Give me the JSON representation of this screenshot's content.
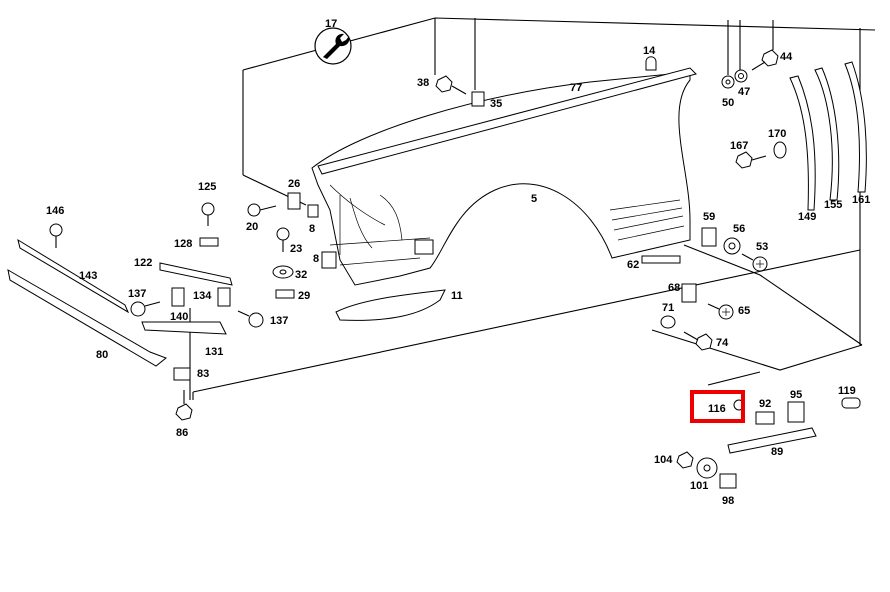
{
  "diagram": {
    "highlight_color": "#ee0000",
    "highlighted_part": "116",
    "icons": [
      "wrench-icon"
    ],
    "parts": [
      {
        "id": "p17",
        "label": "17"
      },
      {
        "id": "p14",
        "label": "14"
      },
      {
        "id": "p38",
        "label": "38"
      },
      {
        "id": "p35",
        "label": "35"
      },
      {
        "id": "p77",
        "label": "77"
      },
      {
        "id": "p50",
        "label": "50"
      },
      {
        "id": "p47",
        "label": "47"
      },
      {
        "id": "p44",
        "label": "44"
      },
      {
        "id": "p167",
        "label": "167"
      },
      {
        "id": "p170",
        "label": "170"
      },
      {
        "id": "p149",
        "label": "149"
      },
      {
        "id": "p155",
        "label": "155"
      },
      {
        "id": "p161",
        "label": "161"
      },
      {
        "id": "p125",
        "label": "125"
      },
      {
        "id": "p26",
        "label": "26"
      },
      {
        "id": "p146",
        "label": "146"
      },
      {
        "id": "p20",
        "label": "20"
      },
      {
        "id": "p8a",
        "label": "8"
      },
      {
        "id": "p5",
        "label": "5"
      },
      {
        "id": "p128",
        "label": "128"
      },
      {
        "id": "p23",
        "label": "23"
      },
      {
        "id": "p8b",
        "label": "8"
      },
      {
        "id": "p59",
        "label": "59"
      },
      {
        "id": "p56",
        "label": "56"
      },
      {
        "id": "p53",
        "label": "53"
      },
      {
        "id": "p122",
        "label": "122"
      },
      {
        "id": "p32",
        "label": "32"
      },
      {
        "id": "p62",
        "label": "62"
      },
      {
        "id": "p143",
        "label": "143"
      },
      {
        "id": "p137a",
        "label": "137"
      },
      {
        "id": "p134",
        "label": "134"
      },
      {
        "id": "p29",
        "label": "29"
      },
      {
        "id": "p11",
        "label": "11"
      },
      {
        "id": "p68",
        "label": "68"
      },
      {
        "id": "p140",
        "label": "140"
      },
      {
        "id": "p137b",
        "label": "137"
      },
      {
        "id": "p71",
        "label": "71"
      },
      {
        "id": "p65",
        "label": "65"
      },
      {
        "id": "p131",
        "label": "131"
      },
      {
        "id": "p80",
        "label": "80"
      },
      {
        "id": "p74",
        "label": "74"
      },
      {
        "id": "p83",
        "label": "83"
      },
      {
        "id": "p119",
        "label": "119"
      },
      {
        "id": "p92",
        "label": "92"
      },
      {
        "id": "p95",
        "label": "95"
      },
      {
        "id": "p116",
        "label": "116"
      },
      {
        "id": "p86",
        "label": "86"
      },
      {
        "id": "p89",
        "label": "89"
      },
      {
        "id": "p104",
        "label": "104"
      },
      {
        "id": "p101",
        "label": "101"
      },
      {
        "id": "p98",
        "label": "98"
      }
    ]
  }
}
